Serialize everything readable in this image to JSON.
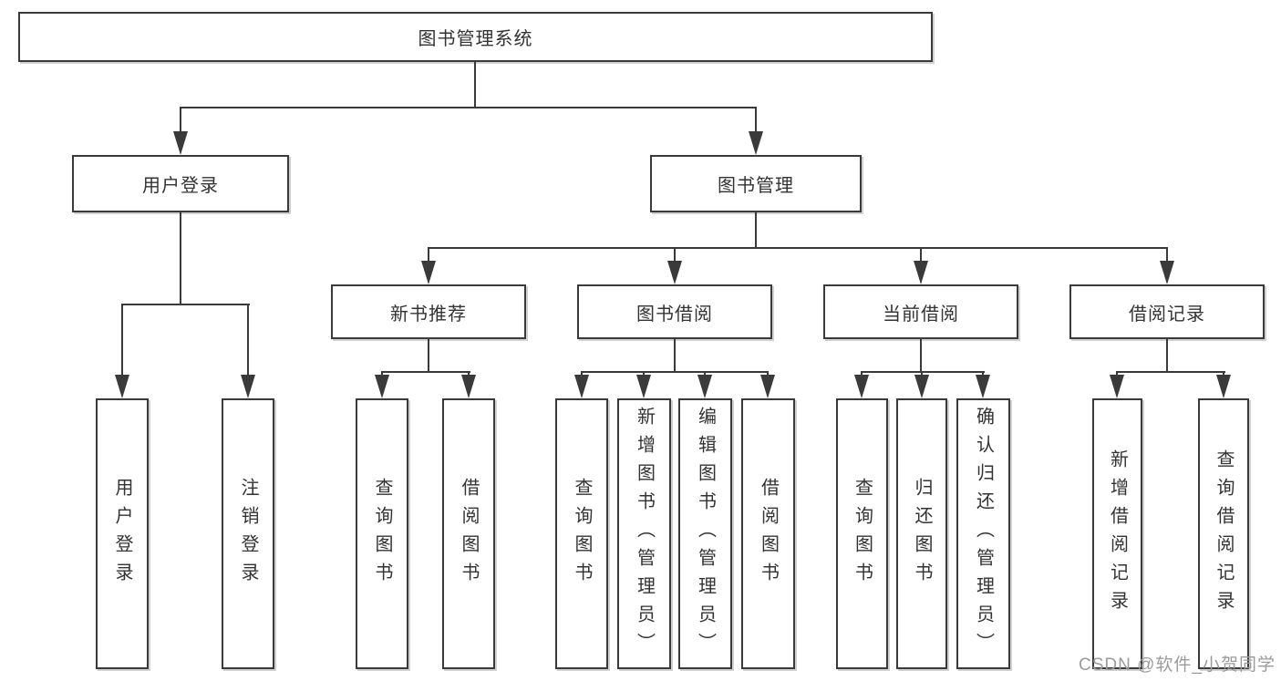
{
  "diagram": {
    "type": "tree",
    "root": {
      "label": "图书管理系统"
    },
    "level2": {
      "user_login": {
        "label": "用户登录"
      },
      "book_mgmt": {
        "label": "图书管理"
      }
    },
    "level3": {
      "new_book": {
        "label": "新书推荐",
        "parent": "图书管理"
      },
      "borrow": {
        "label": "图书借阅",
        "parent": "图书管理"
      },
      "current": {
        "label": "当前借阅",
        "parent": "图书管理"
      },
      "records": {
        "label": "借阅记录",
        "parent": "图书管理"
      }
    },
    "leaves": {
      "ul_login": {
        "label": "用户登录",
        "parent": "用户登录"
      },
      "ul_logout": {
        "label": "注销登录",
        "parent": "用户登录"
      },
      "nb_query": {
        "label": "查询图书",
        "parent": "新书推荐"
      },
      "nb_borrow": {
        "label": "借阅图书",
        "parent": "新书推荐"
      },
      "bb_query": {
        "label": "查询图书",
        "parent": "图书借阅"
      },
      "bb_add": {
        "label": "新增图书（管理员）",
        "parent": "图书借阅"
      },
      "bb_edit": {
        "label": "编辑图书（管理员）",
        "parent": "图书借阅"
      },
      "bb_borrow": {
        "label": "借阅图书",
        "parent": "图书借阅"
      },
      "cb_query": {
        "label": "查询图书",
        "parent": "当前借阅"
      },
      "cb_return": {
        "label": "归还图书",
        "parent": "当前借阅"
      },
      "cb_confirm": {
        "label": "确认归还（管理员）",
        "parent": "当前借阅"
      },
      "rb_add": {
        "label": "新增借阅记录",
        "parent": "借阅记录"
      },
      "rb_query": {
        "label": "查询借阅记录",
        "parent": "借阅记录"
      }
    }
  },
  "watermark": {
    "text": "CSDN @软件_小贺同学"
  },
  "colors": {
    "line": "#3a3a3a",
    "text": "#333333",
    "watermark": "#9b9b9b",
    "background": "#ffffff"
  }
}
